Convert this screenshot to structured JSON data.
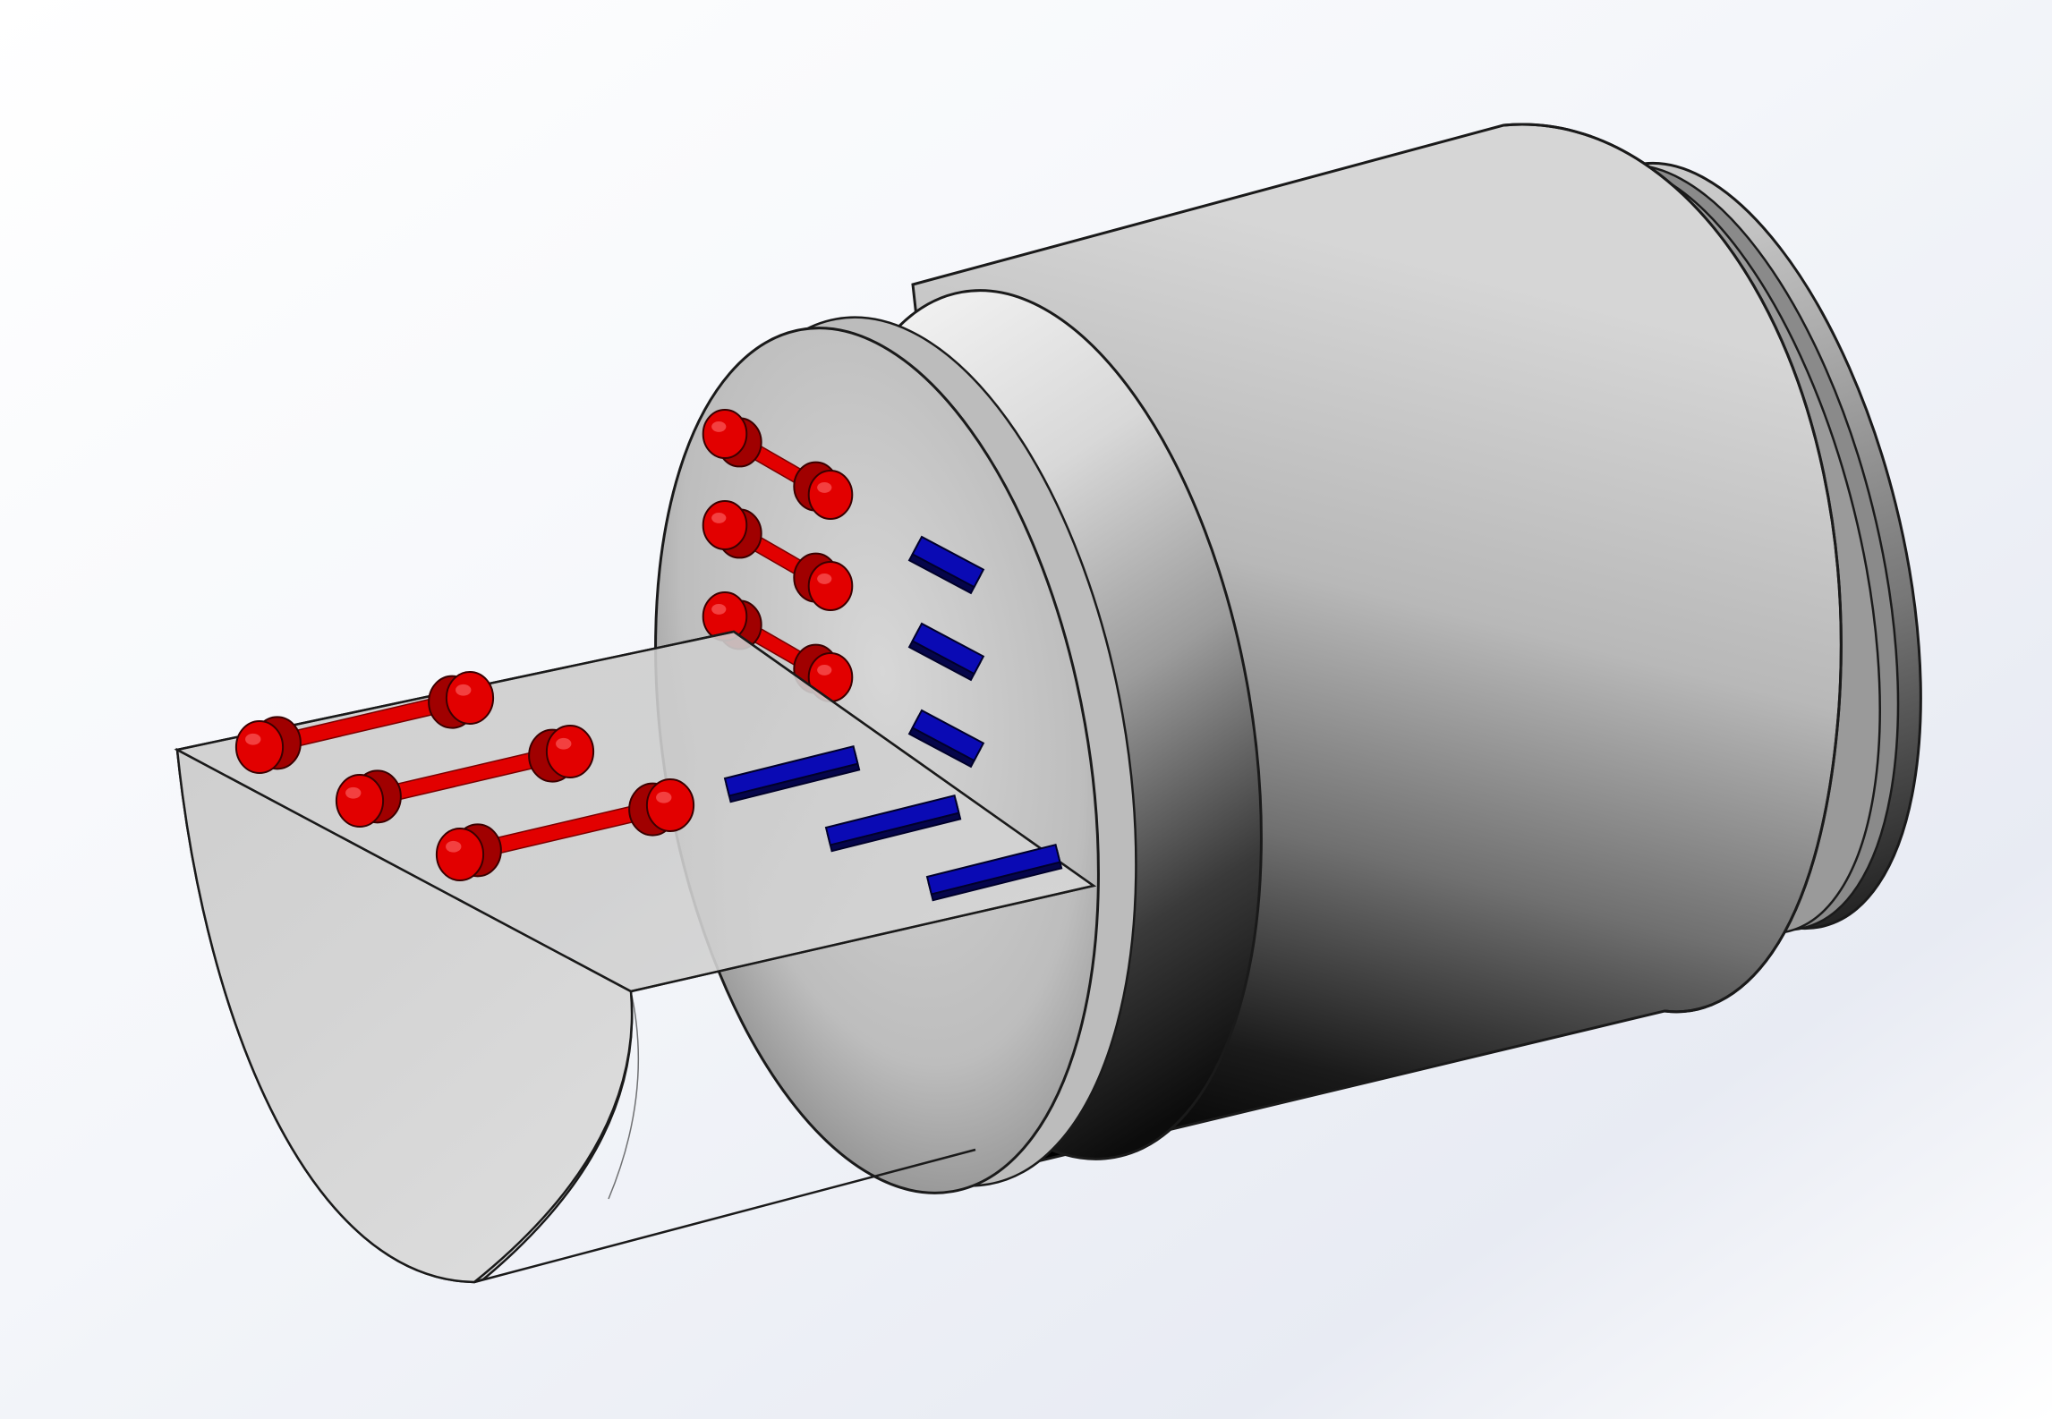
{
  "colors": {
    "background_top": "#f2f4f9",
    "background_bottom": "#ffffff",
    "drum_light": "#d9d9d9",
    "drum_dark": "#050505",
    "flange_light": "#f1f1f1",
    "tray": "#d2d2d2",
    "outline": "#1a1a1a",
    "specimen_red": "#e20000",
    "specimen_blue": "#0a0ab4"
  },
  "scene": {
    "drum_specimens": {
      "red_dumbbell_count": 3,
      "blue_bar_count": 3
    },
    "tray_specimens": {
      "red_dumbbell_count": 3,
      "blue_bar_count": 3
    }
  }
}
